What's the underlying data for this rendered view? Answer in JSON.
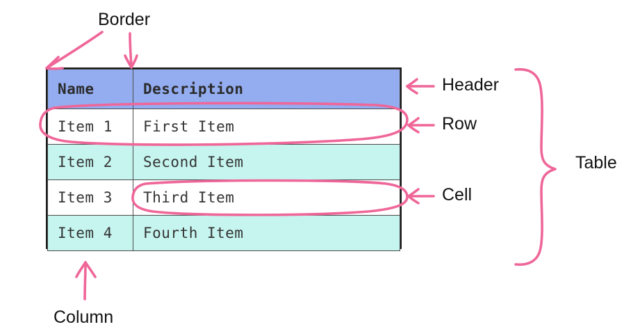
{
  "diagram": {
    "title": "Table anatomy annotation diagram",
    "accent_color": "#ef6699",
    "header_fill": "#93adf0",
    "stripe_fill": "#c6f5ef",
    "plain_fill": "#ffffff",
    "border_color": "#1a1a1a",
    "text_color": "#333333"
  },
  "table": {
    "columns": [
      "Name",
      "Description"
    ],
    "rows": [
      {
        "name": "Item 1",
        "description": "First Item",
        "stripe": false
      },
      {
        "name": "Item 2",
        "description": "Second Item",
        "stripe": true
      },
      {
        "name": "Item 3",
        "description": "Third Item",
        "stripe": false
      },
      {
        "name": "Item 4",
        "description": "Fourth Item",
        "stripe": true
      }
    ]
  },
  "annotations": {
    "border": "Border",
    "header": "Header",
    "row": "Row",
    "cell": "Cell",
    "table": "Table",
    "column": "Column"
  },
  "ink_marks": {
    "border_arrow_diagonal": "arrow pointing down-left to table top-left corner",
    "border_arrow_vertical": "arrow pointing down to column divider",
    "header_arrow": "left arrow pointing at header band",
    "row_arrow": "left arrow pointing at first data row",
    "row_ellipse": "ellipse circling the entire Item 1 row",
    "cell_arrow": "left arrow pointing at Third Item cell",
    "cell_ellipse": "ellipse circling the Third Item description cell",
    "table_brace": "curly brace spanning full table height",
    "column_arrow": "arrow pointing up at the Name column"
  }
}
